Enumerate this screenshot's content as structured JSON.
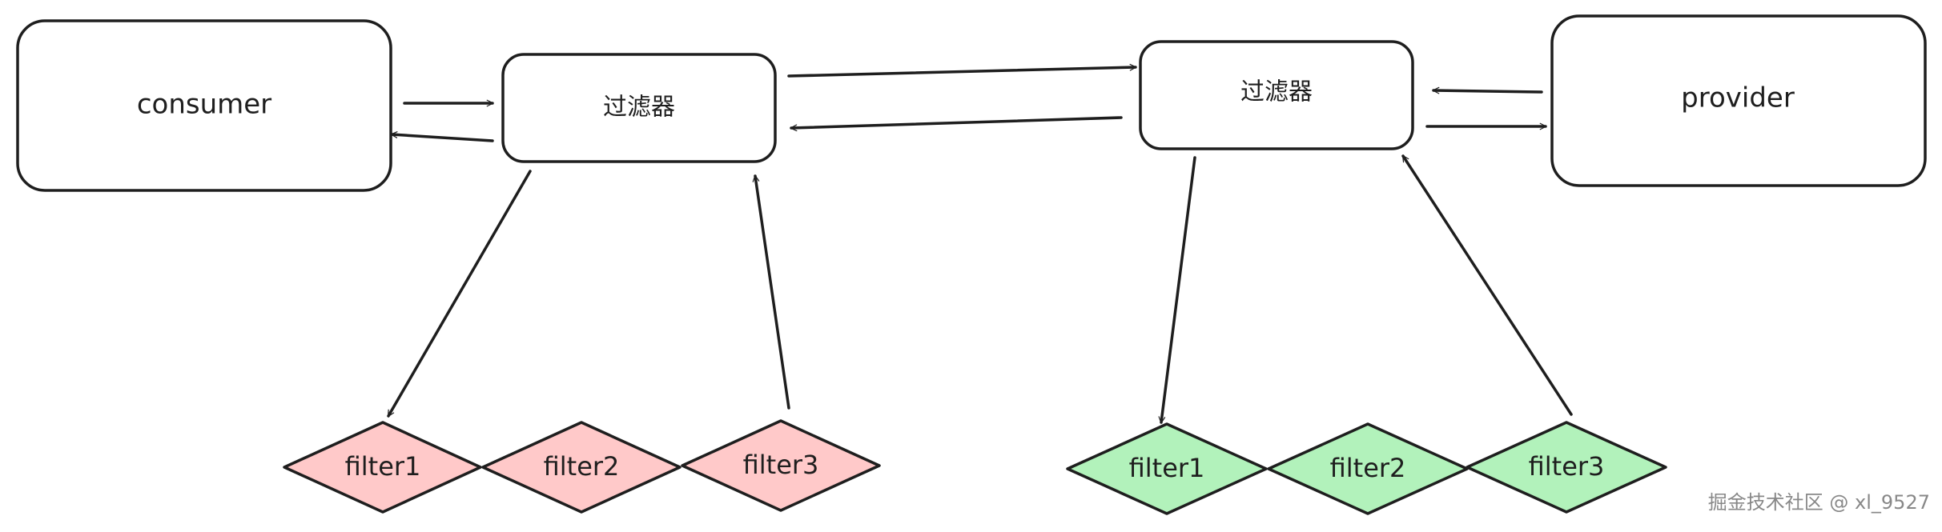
{
  "nodes": {
    "consumer": "consumer",
    "filter_left": "过滤器",
    "filter_right": "过滤器",
    "provider": "provider"
  },
  "filters_left": [
    "filter1",
    "filter2",
    "filter3"
  ],
  "filters_right": [
    "filter1",
    "filter2",
    "filter3"
  ],
  "colors": {
    "stroke": "#1e1e1e",
    "left_filter_fill": "#ffc9c9",
    "right_filter_fill": "#b2f2bb"
  },
  "watermark": "掘金技术社区 @ xl_9527"
}
